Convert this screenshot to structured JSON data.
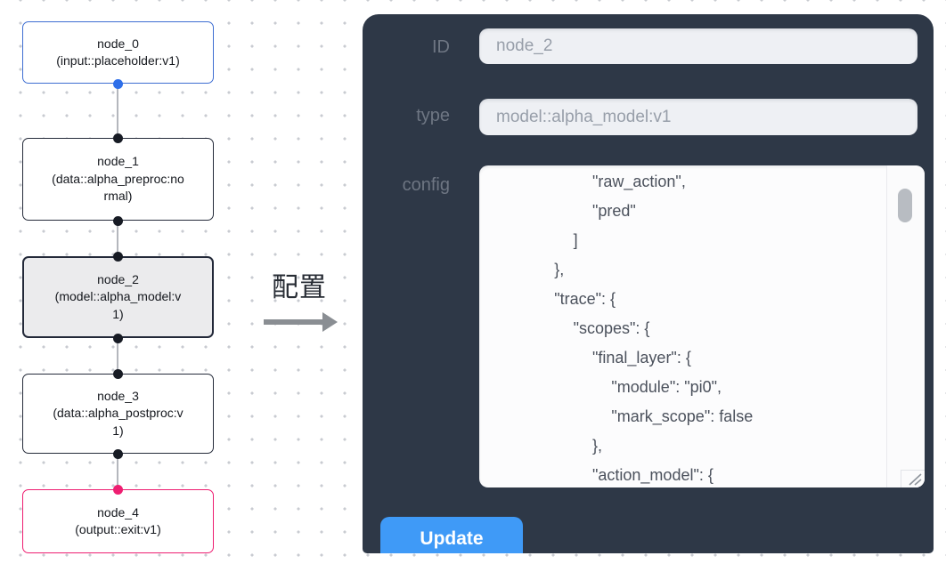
{
  "canvas": {
    "nodes": [
      {
        "title": "node_0",
        "subtitle": "(input::placeholder:v1)",
        "variant": "input"
      },
      {
        "title": "node_1",
        "subtitle": "(data::alpha_preproc:normal)",
        "variant": "default"
      },
      {
        "title": "node_2",
        "subtitle": "(model::alpha_model:v1)",
        "variant": "selected"
      },
      {
        "title": "node_3",
        "subtitle": "(data::alpha_postproc:v1)",
        "variant": "default"
      },
      {
        "title": "node_4",
        "subtitle": "(output::exit:v1)",
        "variant": "output"
      }
    ]
  },
  "transition": {
    "label": "配置"
  },
  "panel": {
    "fields": [
      {
        "label": "ID",
        "value": "node_2"
      },
      {
        "label": "type",
        "value": "model::alpha_model:v1"
      }
    ],
    "config_label": "config",
    "config_lines": [
      "          \"raw_action\",",
      "          \"pred\"",
      "        ]",
      "      },",
      "      \"trace\": {",
      "        \"scopes\": {",
      "          \"final_layer\": {",
      "            \"module\": \"pi0\",",
      "            \"mark_scope\": false",
      "          },",
      "          \"action_model\": {"
    ],
    "update_label": "Update"
  },
  "colors": {
    "panel_background": "#2e3847",
    "update_button": "#3f9af7",
    "input_node_accent": "#3e6ed2",
    "output_node_accent": "#ee1e71",
    "selected_node_fill": "#ebebed",
    "port_dot_blue": "#2e6fe9",
    "port_dot_black": "#171b24"
  }
}
